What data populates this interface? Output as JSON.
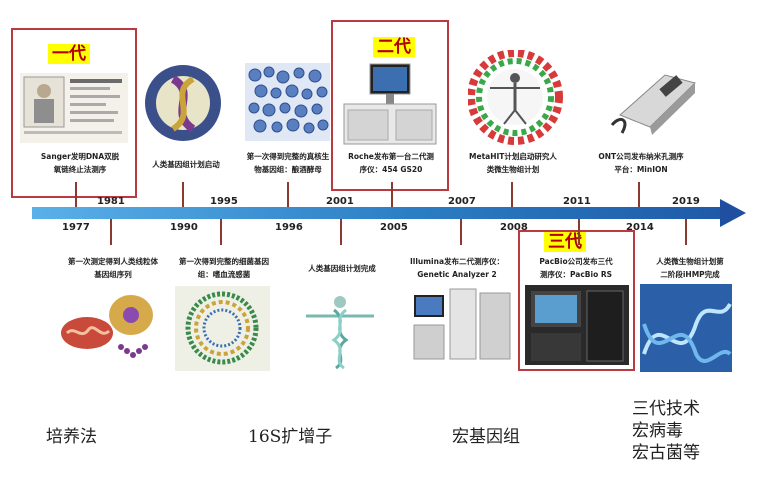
{
  "generations": {
    "first": "一代",
    "second": "二代",
    "third": "三代"
  },
  "years": [
    "1977",
    "1981",
    "1990",
    "1995",
    "1996",
    "2001",
    "2005",
    "2007",
    "2008",
    "2011",
    "2014",
    "2019"
  ],
  "events_top": [
    {
      "text": "Sanger发明DNA双脱\n氧链终止法测序"
    },
    {
      "text": "人类基因组计划启动"
    },
    {
      "text": "第一次得到完整的真核生\n物基因组：酿酒酵母"
    },
    {
      "text": "Roche发布第一台二代测\n序仪：454 GS20"
    },
    {
      "text": "MetaHIT计划启动研究人\n类微生物组计划"
    },
    {
      "text": "ONT公司发布纳米孔测序\n平台：MinION"
    }
  ],
  "events_bottom": [
    {
      "text": "第一次测定得到人类线粒体\n基因组序列"
    },
    {
      "text": "第一次得到完整的细菌基因\n组：嗜血流感菌"
    },
    {
      "text": "人类基因组计划完成"
    },
    {
      "text": "Illumina发布二代测序仪：\nGenetic Analyzer 2"
    },
    {
      "text": "PacBio公司发布三代\n测序仪：PacBio RS"
    },
    {
      "text": "人类微生物组计划第\n二阶段iHMP完成"
    }
  ],
  "bottom_labels": {
    "culture": "培养法",
    "amplicon": "16S扩增子",
    "metagenome": "宏基因组",
    "third_gen": "三代技术\n宏病毒\n宏古菌等"
  },
  "colors": {
    "frame": "#b93a40",
    "axis_start": "#5ab0e8",
    "axis_end": "#1f4f9e",
    "tag_bg": "#ffff00",
    "tag_text": "#b00000"
  }
}
